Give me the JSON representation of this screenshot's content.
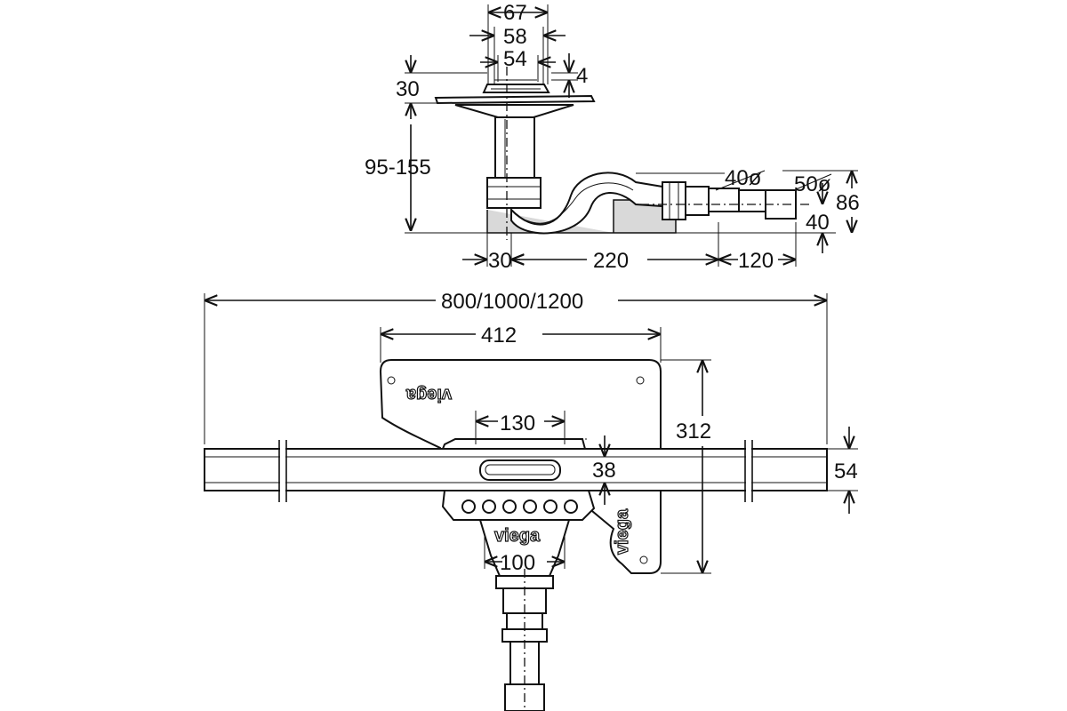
{
  "dimensions": {
    "d67": "67",
    "d58": "58",
    "d54_top": "54",
    "d4": "4",
    "d30_left": "30",
    "d95_155": "95-155",
    "d40dia": "40ø",
    "d50dia": "50ø",
    "d86": "86",
    "d40": "40",
    "d30_bottom": "30",
    "d220": "220",
    "d120": "120",
    "d800_1000_1200": "800/1000/1200",
    "d412": "412",
    "d130": "130",
    "d312": "312",
    "d38": "38",
    "d54_right": "54",
    "d100": "100"
  },
  "brand": {
    "logo_top": "viega",
    "logo_mid": "viega",
    "logo_side": "viega"
  }
}
